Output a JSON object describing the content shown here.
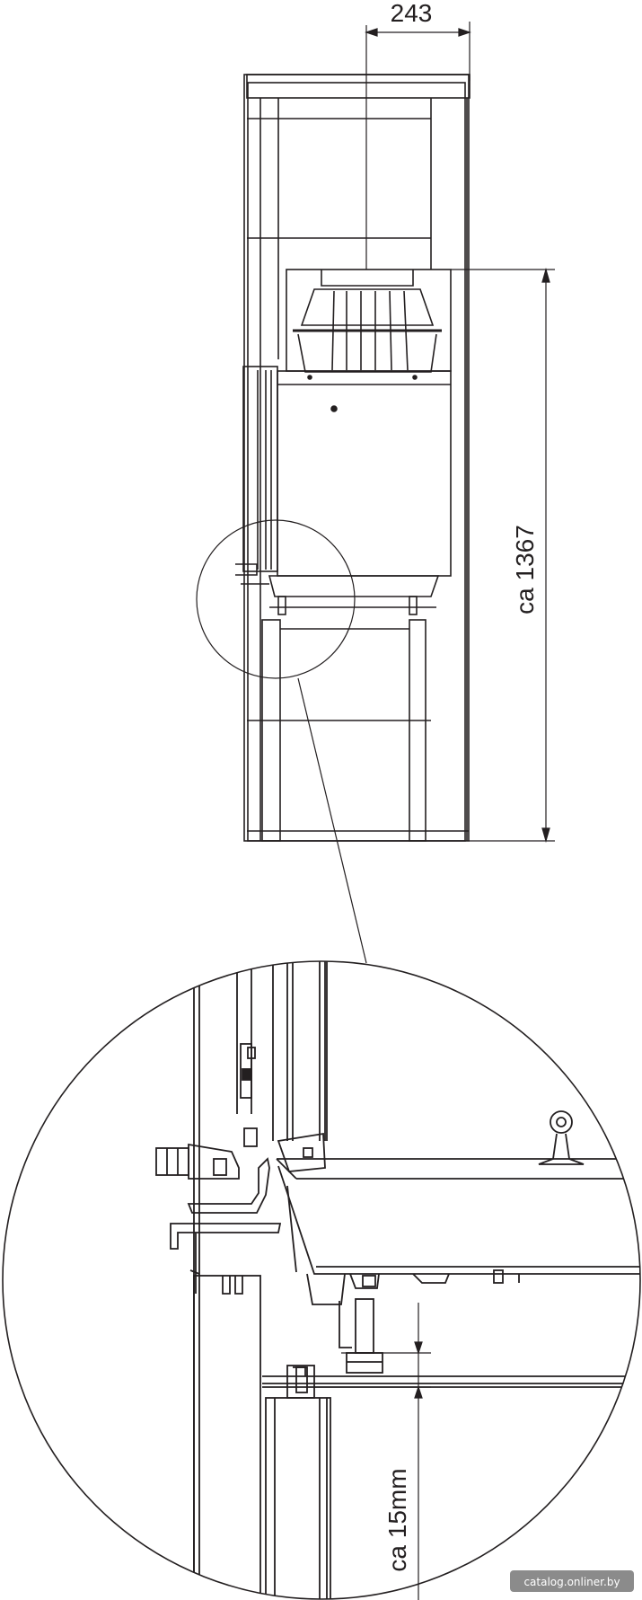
{
  "dimensions": {
    "width_label": "243",
    "height_label": "ca 1367",
    "gap_label": "ca 15mm"
  },
  "watermark": "catalog.onliner.by",
  "colors": {
    "line": "#231f20",
    "background": "#ffffff"
  }
}
